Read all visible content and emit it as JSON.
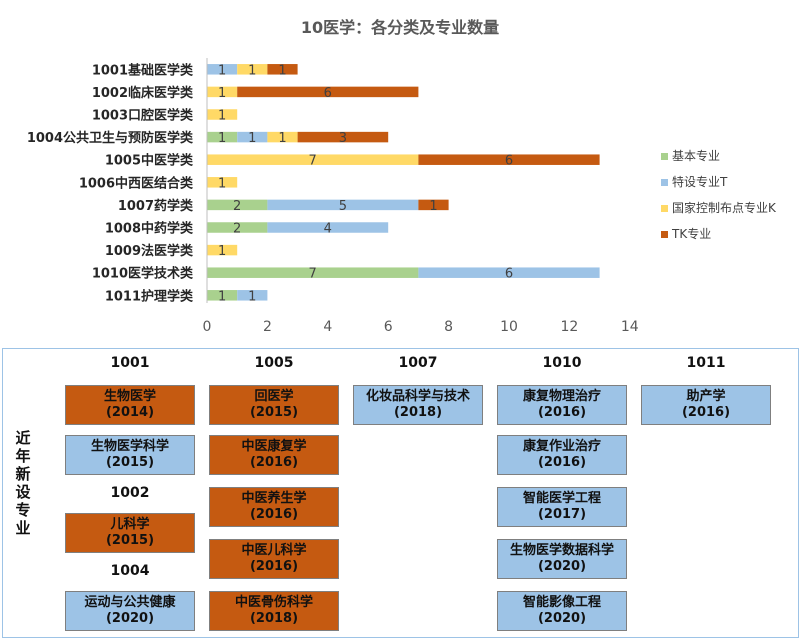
{
  "chart_data": {
    "type": "bar",
    "orientation": "horizontal",
    "stacked": true,
    "title": "10医学：各分类及专业数量",
    "categories": [
      "1001基础医学类",
      "1002临床医学类",
      "1003口腔医学类",
      "1004公共卫生与预防医学类",
      "1005中医学类",
      "1006中西医结合类",
      "1007药学类",
      "1008中药学类",
      "1009法医学类",
      "1010医学技术类",
      "1011护理学类"
    ],
    "series": [
      {
        "name": "基本专业",
        "color": "#a9d18e",
        "values": [
          0,
          0,
          0,
          1,
          0,
          0,
          2,
          2,
          0,
          7,
          1
        ]
      },
      {
        "name": "特设专业T",
        "color": "#9dc3e6",
        "values": [
          1,
          0,
          0,
          1,
          0,
          0,
          5,
          4,
          0,
          6,
          1
        ]
      },
      {
        "name": "国家控制布点专业K",
        "color": "#ffd966",
        "values": [
          1,
          1,
          1,
          1,
          7,
          1,
          0,
          0,
          1,
          0,
          0
        ]
      },
      {
        "name": "TK专业",
        "color": "#c55a11",
        "values": [
          1,
          6,
          0,
          3,
          6,
          0,
          1,
          0,
          0,
          0,
          0
        ]
      }
    ],
    "xlim": [
      0,
      14
    ],
    "xticks": [
      0,
      2,
      4,
      6,
      8,
      10,
      12,
      14
    ],
    "legend_position": "right",
    "grid": false
  },
  "new_majors": {
    "side_label": "近年新设专业",
    "columns": [
      {
        "code": "1001",
        "items": [
          {
            "name": "生物医学",
            "year": "(2014)",
            "kind": "TK"
          },
          {
            "name": "生物医学科学",
            "year": "(2015)",
            "kind": "T"
          }
        ]
      },
      {
        "code": "1002",
        "items": [
          {
            "name": "儿科学",
            "year": "(2015)",
            "kind": "TK"
          }
        ]
      },
      {
        "code": "1004",
        "items": [
          {
            "name": "运动与公共健康",
            "year": "(2020)",
            "kind": "T"
          }
        ]
      },
      {
        "code": "1005",
        "items": [
          {
            "name": "回医学",
            "year": "(2015)",
            "kind": "TK"
          },
          {
            "name": "中医康复学",
            "year": "(2016)",
            "kind": "TK"
          },
          {
            "name": "中医养生学",
            "year": "(2016)",
            "kind": "TK"
          },
          {
            "name": "中医儿科学",
            "year": "(2016)",
            "kind": "TK"
          },
          {
            "name": "中医骨伤科学",
            "year": "(2018)",
            "kind": "TK"
          }
        ]
      },
      {
        "code": "1007",
        "items": [
          {
            "name": "化妆品科学与技术",
            "year": "(2018)",
            "kind": "T"
          }
        ]
      },
      {
        "code": "1010",
        "items": [
          {
            "name": "康复物理治疗",
            "year": "(2016)",
            "kind": "T"
          },
          {
            "name": "康复作业治疗",
            "year": "(2016)",
            "kind": "T"
          },
          {
            "name": "智能医学工程",
            "year": "(2017)",
            "kind": "T"
          },
          {
            "name": "生物医学数据科学",
            "year": "(2020)",
            "kind": "T"
          },
          {
            "name": "智能影像工程",
            "year": "(2020)",
            "kind": "T"
          }
        ]
      },
      {
        "code": "1011",
        "items": [
          {
            "name": "助产学",
            "year": "(2016)",
            "kind": "T"
          }
        ]
      }
    ]
  }
}
